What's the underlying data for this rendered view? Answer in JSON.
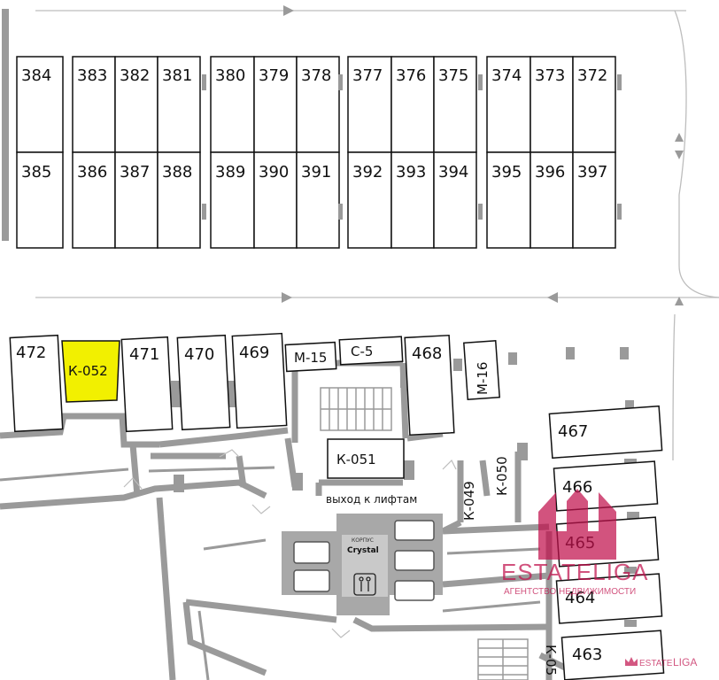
{
  "plan": {
    "colors": {
      "highlight": "#f2f000",
      "wall": "#9a9a9a",
      "core": "#a8a8a8",
      "watermark": "#c0104c"
    },
    "row_upper": [
      {
        "label": "384"
      },
      {
        "label": "383"
      },
      {
        "label": "382"
      },
      {
        "label": "381"
      },
      {
        "label": "380"
      },
      {
        "label": "379"
      },
      {
        "label": "378"
      },
      {
        "label": "377"
      },
      {
        "label": "376"
      },
      {
        "label": "375"
      },
      {
        "label": "374"
      },
      {
        "label": "373"
      },
      {
        "label": "372"
      }
    ],
    "row_lower": [
      {
        "label": "385"
      },
      {
        "label": "386"
      },
      {
        "label": "387"
      },
      {
        "label": "388"
      },
      {
        "label": "389"
      },
      {
        "label": "390"
      },
      {
        "label": "391"
      },
      {
        "label": "392"
      },
      {
        "label": "393"
      },
      {
        "label": "394"
      },
      {
        "label": "395"
      },
      {
        "label": "396"
      },
      {
        "label": "397"
      }
    ],
    "row_middle": [
      {
        "label": "472"
      },
      {
        "label": "К-052",
        "selected": true
      },
      {
        "label": "471"
      },
      {
        "label": "470"
      },
      {
        "label": "469"
      },
      {
        "label": "М-15"
      },
      {
        "label": "С-5"
      },
      {
        "label": "468"
      },
      {
        "label": "М-16"
      }
    ],
    "k051": "К-051",
    "k049": "К-049",
    "k050": "К-050",
    "k05x": "К-05",
    "right_column": [
      {
        "label": "467"
      },
      {
        "label": "466"
      },
      {
        "label": "465"
      },
      {
        "label": "464"
      },
      {
        "label": "463"
      }
    ],
    "exit_label": "выход к лифтам",
    "core_small": "КОРПУС",
    "core_name": "Crystal"
  },
  "watermark": {
    "brand": "ESTATELIGA",
    "subtitle": "АГЕНТСТВО НЕДВИЖИМОСТИ",
    "corner_brand_a": "ESTATE",
    "corner_brand_b": "LIGA"
  }
}
